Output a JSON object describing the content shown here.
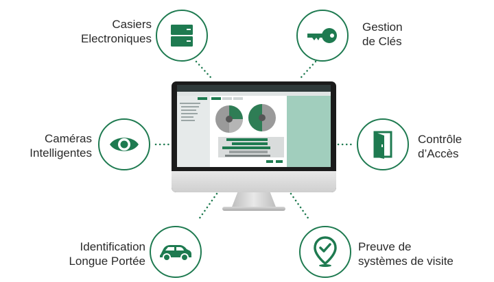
{
  "features": {
    "lockers": {
      "line1": "Casiers",
      "line2": "Electroniques",
      "icon": "locker-cabinet-icon"
    },
    "keys": {
      "line1": "Gestion",
      "line2": "de Clés",
      "icon": "key-icon"
    },
    "cameras": {
      "line1": "Caméras",
      "line2": "Intelligentes",
      "icon": "eye-icon"
    },
    "access": {
      "line1": "Contrôle",
      "line2": "d’Accès",
      "icon": "door-icon"
    },
    "identification": {
      "line1": "Identification",
      "line2": "Longue Portée",
      "icon": "car-icon"
    },
    "visits": {
      "line1": "Preuve de",
      "line2": "systèmes de visite",
      "icon": "location-pin-check-icon"
    }
  },
  "colors": {
    "accent": "#1e7a50",
    "screen_bg": "#f0f2f2"
  }
}
